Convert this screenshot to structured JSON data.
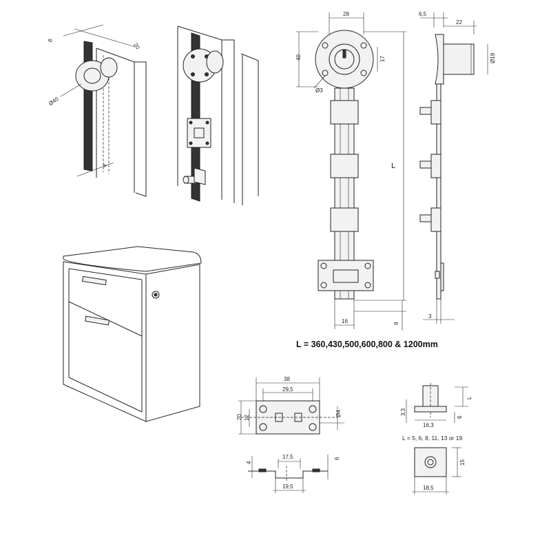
{
  "dimensions": {
    "cam_pin_width": "8",
    "cam_depth": "20",
    "cam_diameter": "Ø40",
    "rod_gap": "4",
    "plate_width": "28",
    "plate_height": "40",
    "key_hole": "17",
    "screw_hole": "Ø3",
    "rod_width": "16",
    "rod_end": "9",
    "side_flange": "6,5",
    "side_body": "22",
    "cylinder_diameter": "Ø19",
    "side_gap": "3",
    "length_label": "L",
    "guide_width": "38",
    "guide_hole_spacing": "29,5",
    "guide_height": "20",
    "guide_inner": "12",
    "guide_hole": "Ø4",
    "guide_slot": "17,5",
    "guide_thickness": "4",
    "guide_depth": "6",
    "guide_base": "19,5",
    "stud_length": "L",
    "stud_step": "3,3",
    "stud_width": "16,3",
    "stud_height": "6",
    "block_height": "15",
    "block_width": "18,5"
  },
  "captions": {
    "length_options": "L = 360,430,500,600,800 & 1200mm",
    "stud_options": "L = 5, 6, 8, 11, 13 or 19"
  }
}
